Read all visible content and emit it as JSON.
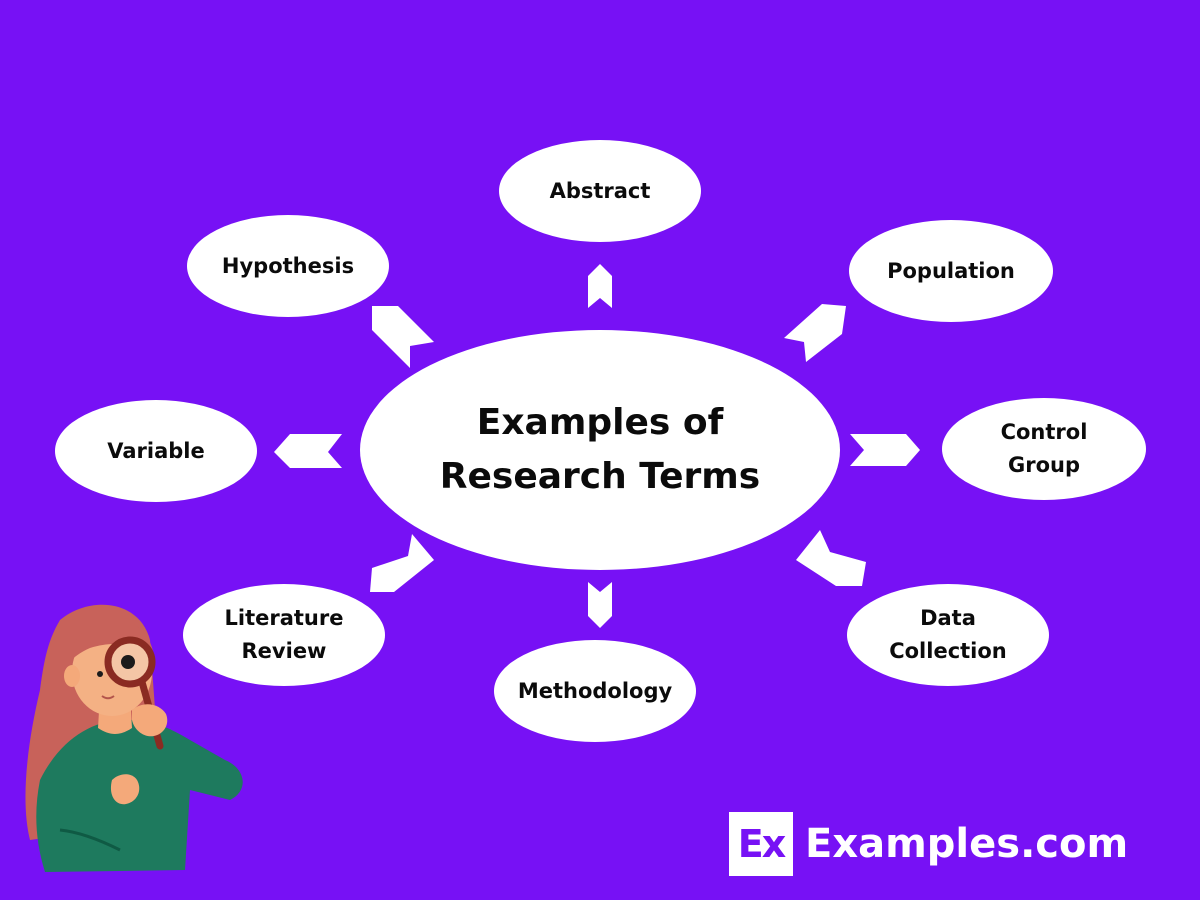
{
  "diagram": {
    "center": "Examples of\nResearch Terms",
    "terms": {
      "abstract": "Abstract",
      "hypothesis": "Hypothesis",
      "population": "Population",
      "variable": "Variable",
      "control_group": "Control\nGroup",
      "literature_review": "Literature\nReview",
      "methodology": "Methodology",
      "data_collection": "Data\nCollection"
    }
  },
  "brand": {
    "mark": "Ex",
    "name": "Examples.com"
  },
  "colors": {
    "background": "#7711f5",
    "node": "#ffffff",
    "text": "#0b0b0b"
  },
  "illustration": {
    "icon": "girl-with-magnifying-glass-icon"
  }
}
